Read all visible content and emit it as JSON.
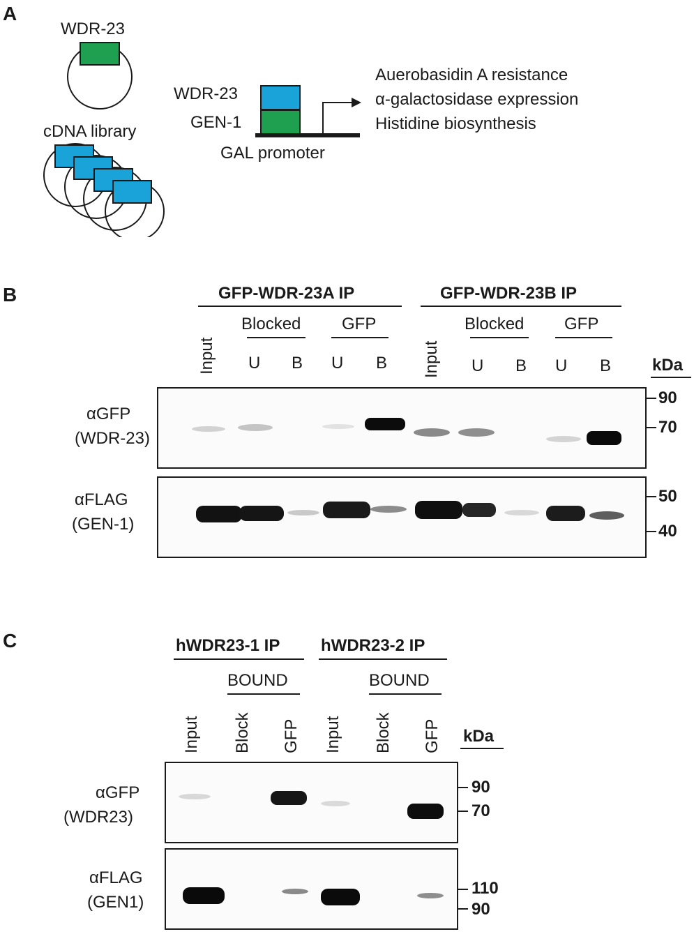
{
  "panel_a": {
    "letter": "A",
    "bait_label": "WDR-23",
    "library_label": "cDNA library",
    "fusion_top": "WDR-23",
    "fusion_bottom": "GEN-1",
    "promoter_label": "GAL promoter",
    "readouts": [
      "Auerobasidin A resistance",
      "α-galactosidase expression",
      "Histidine biosynthesis"
    ],
    "colors": {
      "bait": "#1ea050",
      "prey": "#1aa3d9"
    }
  },
  "panel_b": {
    "letter": "B",
    "group1_title": "GFP-WDR-23A IP",
    "group2_title": "GFP-WDR-23B IP",
    "sub_blocked": "Blocked",
    "sub_gfp": "GFP",
    "lane_input": "Input",
    "lane_u": "U",
    "lane_b": "B",
    "kda": "kDa",
    "blot1_label_top": "αGFP",
    "blot1_label_bottom": "(WDR-23)",
    "blot2_label_top": "αFLAG",
    "blot2_label_bottom": "(GEN-1)",
    "blot1_markers": [
      "90",
      "70"
    ],
    "blot2_markers": [
      "50",
      "40"
    ]
  },
  "panel_c": {
    "letter": "C",
    "group1_title": "hWDR23-1 IP",
    "group2_title": "hWDR23-2 IP",
    "sub_bound": "BOUND",
    "lane_input": "Input",
    "lane_block": "Block",
    "lane_gfp": "GFP",
    "kda": "kDa",
    "blot1_label_top": "αGFP",
    "blot1_label_bottom": "(WDR23)",
    "blot2_label_top": "αFLAG",
    "blot2_label_bottom": "(GEN1)",
    "blot1_markers": [
      "90",
      "70"
    ],
    "blot2_markers": [
      "110",
      "90"
    ]
  }
}
